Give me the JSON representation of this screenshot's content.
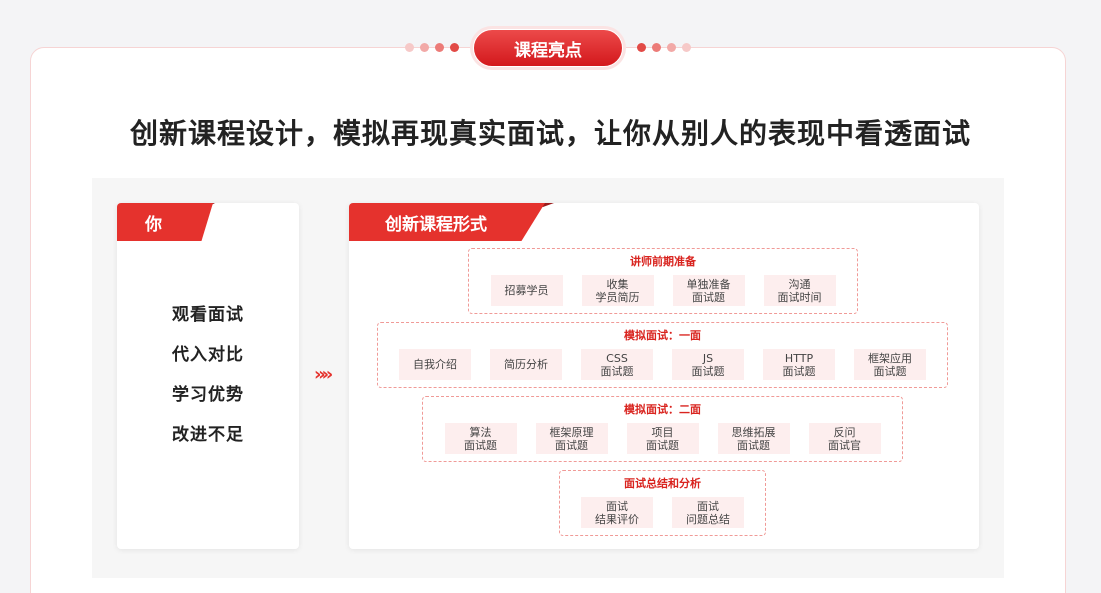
{
  "badge": {
    "label": "课程亮点"
  },
  "headline": "创新课程设计，模拟再现真实面试，让你从别人的表现中看透面试",
  "left_card": {
    "tag": "你",
    "items": [
      "观看面试",
      "代入对比",
      "学习优势",
      "改进不足"
    ]
  },
  "arrow": "»»",
  "right_card": {
    "tag": "创新课程形式",
    "stages": [
      {
        "title": "讲师前期准备",
        "chips": [
          "招募学员",
          "收集\n学员简历",
          "单独准备\n面试题",
          "沟通\n面试时间"
        ]
      },
      {
        "title": "模拟面试：一面",
        "chips": [
          "自我介绍",
          "简历分析",
          "CSS\n面试题",
          "JS\n面试题",
          "HTTP\n面试题",
          "框架应用\n面试题"
        ]
      },
      {
        "title": "模拟面试：二面",
        "chips": [
          "算法\n面试题",
          "框架原理\n面试题",
          "项目\n面试题",
          "思维拓展\n面试题",
          "反问\n面试官"
        ]
      },
      {
        "title": "面试总结和分析",
        "chips": [
          "面试\n结果评价",
          "面试\n问题总结"
        ]
      }
    ]
  },
  "colors": {
    "accent": "#e5322d",
    "chip_bg": "#fdeeee",
    "dashed_border": "#f09a97"
  }
}
